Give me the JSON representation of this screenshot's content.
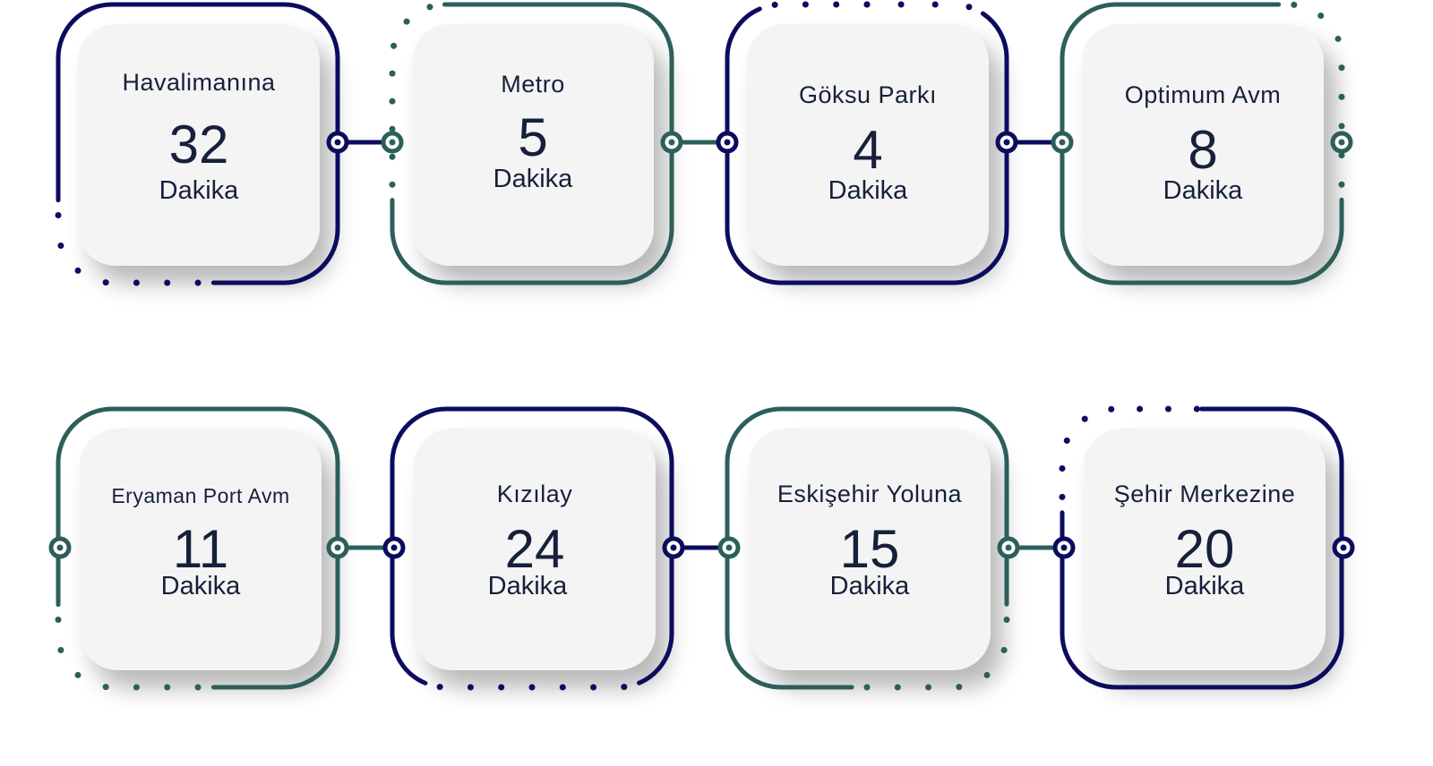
{
  "colors": {
    "navy": "#0c0c5e",
    "teal": "#2c5f5a",
    "text": "#16203a",
    "card": "#f4f4f4"
  },
  "destinations": [
    {
      "title": "Havalimanına",
      "minutes": "32",
      "unit": "Dakika"
    },
    {
      "title": "Metro",
      "minutes": "5",
      "unit": "Dakika"
    },
    {
      "title": "Göksu Parkı",
      "minutes": "4",
      "unit": "Dakika"
    },
    {
      "title": "Optimum Avm",
      "minutes": "8",
      "unit": "Dakika"
    },
    {
      "title": "Eryaman Port Avm",
      "minutes": "11",
      "unit": "Dakika"
    },
    {
      "title": "Kızılay",
      "minutes": "24",
      "unit": "Dakika"
    },
    {
      "title": "Eskişehir Yoluna",
      "minutes": "15",
      "unit": "Dakika"
    },
    {
      "title": "Şehir Merkezine",
      "minutes": "20",
      "unit": "Dakika"
    }
  ]
}
